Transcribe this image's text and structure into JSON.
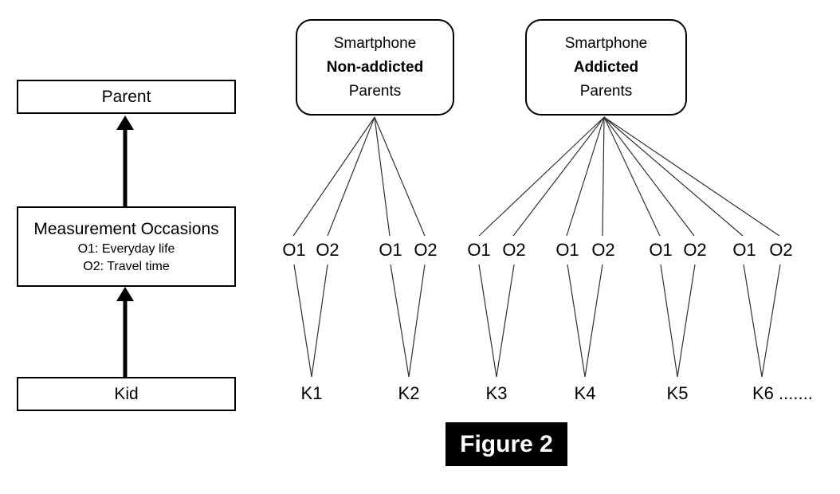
{
  "figure": {
    "caption": "Figure 2"
  },
  "hierarchy": {
    "parent_label": "Parent",
    "measurement": {
      "title": "Measurement Occasions",
      "occasion1": "O1: Everyday life",
      "occasion2": "O2: Travel time"
    },
    "kid_label": "Kid"
  },
  "groups": [
    {
      "line1": "Smartphone",
      "line2": "Non-addicted",
      "line3": "Parents"
    },
    {
      "line1": "Smartphone",
      "line2": "Addicted",
      "line3": "Parents"
    }
  ],
  "occasions": [
    {
      "label": "O1"
    },
    {
      "label": "O2"
    },
    {
      "label": "O1"
    },
    {
      "label": "O2"
    },
    {
      "label": "O1"
    },
    {
      "label": "O2"
    },
    {
      "label": "O1"
    },
    {
      "label": "O2"
    },
    {
      "label": "O1"
    },
    {
      "label": "O2"
    },
    {
      "label": "O1"
    },
    {
      "label": "O2"
    }
  ],
  "kids": [
    {
      "label": "K1"
    },
    {
      "label": "K2"
    },
    {
      "label": "K3"
    },
    {
      "label": "K4"
    },
    {
      "label": "K5"
    },
    {
      "label": "K6 ......."
    }
  ],
  "colors": {
    "line": "#303030",
    "solid": "#000000",
    "background": "#ffffff",
    "caption_bg": "#000000",
    "caption_text": "#ffffff"
  }
}
